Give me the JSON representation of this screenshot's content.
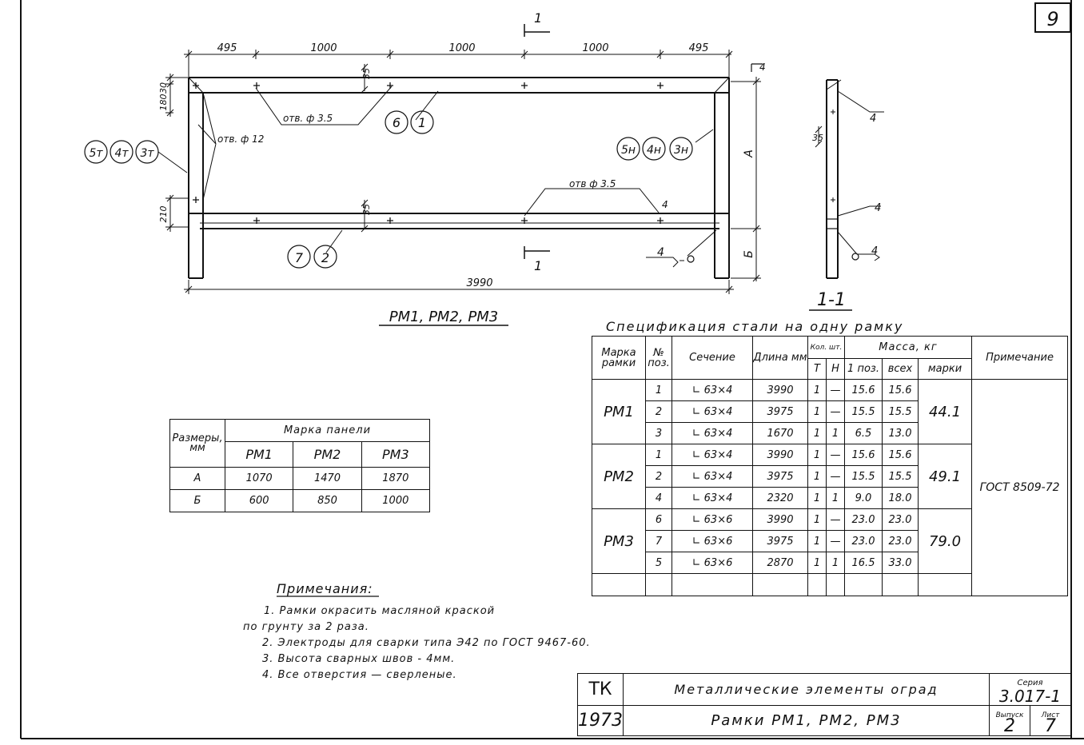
{
  "sheet_number": "9",
  "drawing": {
    "dims_top": [
      "495",
      "1000",
      "1000",
      "1000",
      "495"
    ],
    "dim_total": "3990",
    "dim_left_top_a": "30",
    "dim_left_top_b": "180",
    "dim_left_bottom": "210",
    "dim_right_a": "А",
    "dim_right_b": "Б",
    "dim_35_top": "35",
    "dim_35_mid": "35",
    "dim_35_section": "35",
    "hole_d35_top": "отв. ф 3.5",
    "hole_d12": "отв. ф 12",
    "hole_d35_mid": "отв ф 3.5",
    "callout_left": [
      "5т",
      "4т",
      "3т"
    ],
    "callout_right": [
      "5н",
      "4н",
      "3н"
    ],
    "callout_top": [
      "6",
      "1"
    ],
    "callout_bottom": [
      "7",
      "2"
    ],
    "weld_4": "4",
    "section_mark": "1",
    "caption_frame": "РМ1, РМ2, РМ3",
    "caption_section": "1-1"
  },
  "dimensions_table": {
    "row_header": "Размеры, мм",
    "group_header": "Марка панели",
    "columns": [
      "РМ1",
      "РМ2",
      "РМ3"
    ],
    "rows": [
      {
        "label": "А",
        "values": [
          "1070",
          "1470",
          "1870"
        ]
      },
      {
        "label": "Б",
        "values": [
          "600",
          "850",
          "1000"
        ]
      }
    ]
  },
  "spec_table": {
    "title": "Спецификация стали на одну рамку",
    "headers": {
      "mark": "Марка рамки",
      "pos": "№ поз.",
      "section": "Сечение",
      "length": "Длина мм",
      "qty": "Кол. шт.",
      "qty_t": "Т",
      "qty_n": "Н",
      "mass": "Масса, кг",
      "mass_pos": "1 поз.",
      "mass_all": "всех",
      "mass_mark": "марки",
      "note": "Примечание"
    },
    "groups": [
      {
        "mark": "РМ1",
        "mass_mark": "44.1",
        "rows": [
          {
            "pos": "1",
            "section": "∟ 63×4",
            "length": "3990",
            "t": "1",
            "n": "—",
            "m1": "15.6",
            "mall": "15.6"
          },
          {
            "pos": "2",
            "section": "∟ 63×4",
            "length": "3975",
            "t": "1",
            "n": "—",
            "m1": "15.5",
            "mall": "15.5"
          },
          {
            "pos": "3",
            "section": "∟ 63×4",
            "length": "1670",
            "t": "1",
            "n": "1",
            "m1": "6.5",
            "mall": "13.0"
          }
        ]
      },
      {
        "mark": "РМ2",
        "mass_mark": "49.1",
        "rows": [
          {
            "pos": "1",
            "section": "∟ 63×4",
            "length": "3990",
            "t": "1",
            "n": "—",
            "m1": "15.6",
            "mall": "15.6"
          },
          {
            "pos": "2",
            "section": "∟ 63×4",
            "length": "3975",
            "t": "1",
            "n": "—",
            "m1": "15.5",
            "mall": "15.5"
          },
          {
            "pos": "4",
            "section": "∟ 63×4",
            "length": "2320",
            "t": "1",
            "n": "1",
            "m1": "9.0",
            "mall": "18.0"
          }
        ]
      },
      {
        "mark": "РМ3",
        "mass_mark": "79.0",
        "rows": [
          {
            "pos": "6",
            "section": "∟ 63×6",
            "length": "3990",
            "t": "1",
            "n": "—",
            "m1": "23.0",
            "mall": "23.0"
          },
          {
            "pos": "7",
            "section": "∟ 63×6",
            "length": "3975",
            "t": "1",
            "n": "—",
            "m1": "23.0",
            "mall": "23.0"
          },
          {
            "pos": "5",
            "section": "∟ 63×6",
            "length": "2870",
            "t": "1",
            "n": "1",
            "m1": "16.5",
            "mall": "33.0"
          }
        ]
      }
    ],
    "note": "ГОСТ 8509-72"
  },
  "notes": {
    "title": "Примечания:",
    "lines": [
      "1. Рамки окрасить масляной краской",
      "по грунту за 2 раза.",
      "2. Электроды для сварки типа Э42 по ГОСТ 9467-60.",
      "3. Высота сварных швов - 4мм.",
      "4. Все отверстия — сверленые."
    ]
  },
  "title_block": {
    "org": "ТК",
    "year": "1973",
    "title": "Металлические элементы оград",
    "subtitle": "Рамки РМ1, РМ2, РМ3",
    "series_label": "Серия",
    "series": "3.017-1",
    "issue_label": "Выпуск",
    "issue": "2",
    "sheet_label": "Лист",
    "sheet": "7"
  }
}
